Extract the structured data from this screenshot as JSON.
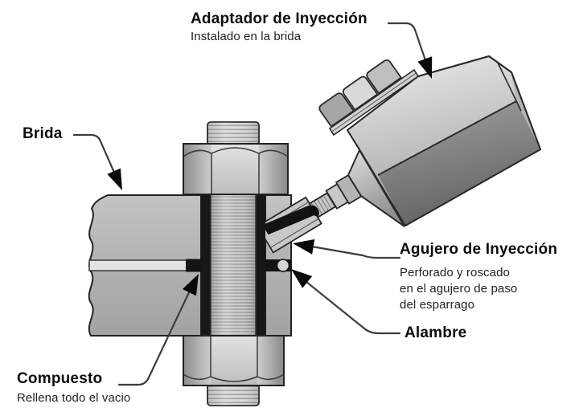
{
  "labels": {
    "adaptador": {
      "title": "Adaptador de Inyección",
      "subtitle": "Instalado en la brida"
    },
    "brida": {
      "title": "Brida"
    },
    "agujero": {
      "title": "Agujero de Inyección",
      "description": "Perforado y roscado\nen el agujero de paso\ndel esparrago"
    },
    "alambre": {
      "title": "Alambre"
    },
    "compuesto": {
      "title": "Compuesto",
      "subtitle": "Rellena todo el vacio"
    }
  },
  "colors": {
    "background": "#ffffff",
    "outline": "#222222",
    "leader_line": "#3d3d3d",
    "compound_black": "#141414",
    "metal_light": "#e6e6e6",
    "metal_mid": "#b5b5b5",
    "metal_dark": "#6b6b6b"
  }
}
